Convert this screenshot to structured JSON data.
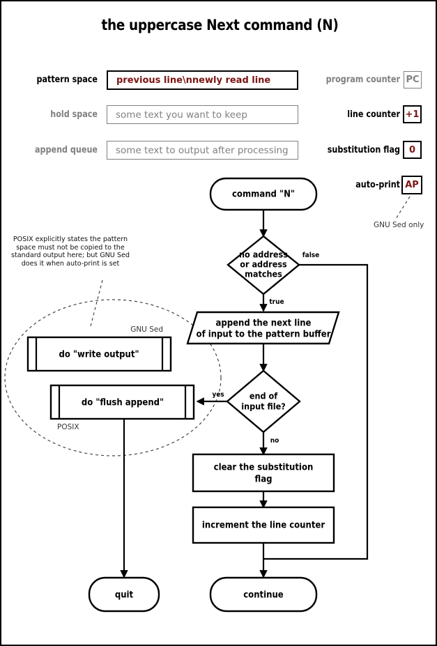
{
  "title": "the uppercase Next command (N)",
  "state_panel": {
    "left_rows": [
      {
        "label": "pattern space",
        "value": "previous line\\nnewly read line",
        "active": true
      },
      {
        "label": "hold space",
        "value": "some text you want to keep",
        "active": false
      },
      {
        "label": "append queue",
        "value": "some text to output after processing",
        "active": false
      }
    ],
    "right_rows": [
      {
        "label": "program counter",
        "value": "PC",
        "active": false
      },
      {
        "label": "line counter",
        "value": "+1",
        "active": true
      },
      {
        "label": "substitution flag",
        "value": "0",
        "active": true
      },
      {
        "label": "auto-print",
        "value": "AP",
        "active": true
      }
    ],
    "footnote": "GNU Sed only"
  },
  "annotations": {
    "posix_note": "POSIX explicitly states the pattern space must not be copied to the standard output here; but GNU Sed does it when auto-print is set",
    "region_gnu_sed": "GNU Sed",
    "region_posix": "POSIX"
  },
  "flowchart": {
    "nodes": {
      "start": "command \"N\"",
      "decision_address_l1": "no address",
      "decision_address_l2": "or address",
      "decision_address_l3": "matches",
      "append_line_l1": "append the next line",
      "append_line_l2": "of input to the pattern buffer",
      "decision_eof_l1": "end of",
      "decision_eof_l2": "input file?",
      "write_output": "do \"write output\"",
      "flush_append": "do \"flush append\"",
      "clear_flag_l1": "clear the substitution",
      "clear_flag_l2": "flag",
      "increment_counter": "increment the line counter",
      "quit": "quit",
      "continue": "continue"
    },
    "edge_labels": {
      "false": "false",
      "true": "true",
      "yes": "yes",
      "no": "no"
    }
  },
  "colors": {
    "accent_value": "#7a1512",
    "inactive": "#808080",
    "stroke": "#000000",
    "background": "#ffffff"
  }
}
